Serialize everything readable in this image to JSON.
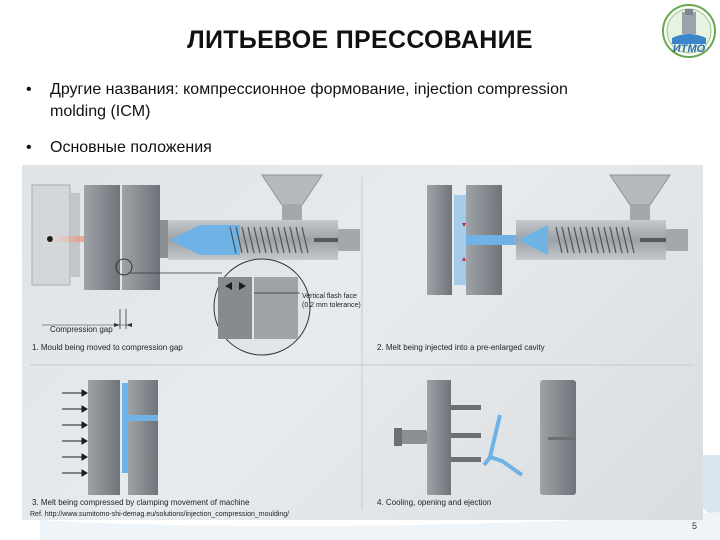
{
  "slide": {
    "title": "ЛИТЬЕВОЕ ПРЕССОВАНИЕ",
    "bullets": [
      "Другие названия: компрессионное формование, injection compression molding (ICM)",
      "Основные положения"
    ],
    "page_number": "5"
  },
  "logo": {
    "text": "ИТМО",
    "icon": "itmo-logo-icon"
  },
  "figure": {
    "labels": {
      "compression_gap": "Compression gap",
      "flash_face_line1": "Vertical flash face",
      "flash_face_line2": "(0.2 mm tolerance)"
    },
    "steps": [
      "1. Mould being moved to compression gap",
      "2. Melt being injected into a pre-enlarged cavity",
      "3. Melt being compressed by clamping movement of machine",
      "4. Cooling, opening and ejection"
    ],
    "reference": "Ref. http://www.sumitomo-shi-demag.eu/solutions/injection_compression_moulding/"
  },
  "colors": {
    "melt": "#6fb2e6",
    "arrow": "#e8603c",
    "metal_dark": "#7d8287",
    "metal_light": "#b7bbbf",
    "accent_red": "#c8283a"
  }
}
